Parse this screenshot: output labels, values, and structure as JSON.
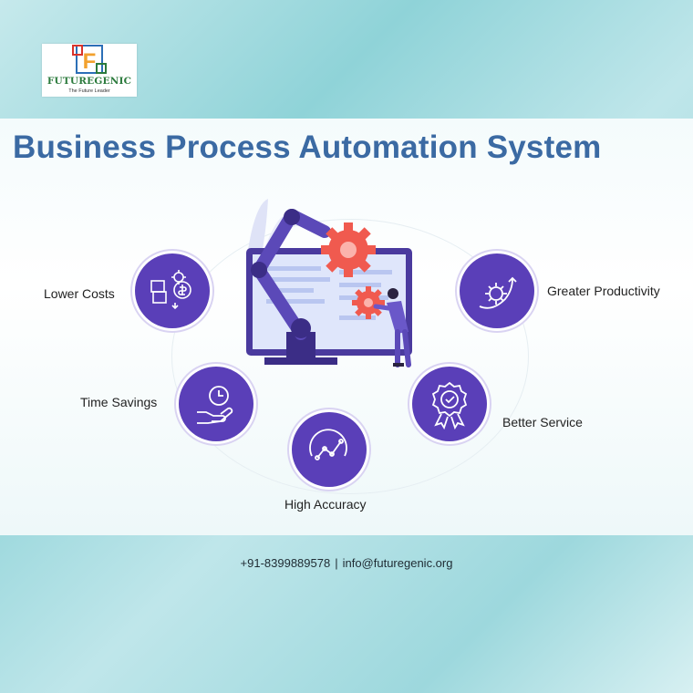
{
  "logo": {
    "letter": "F",
    "brand": "FUTUREGENIC",
    "tagline": "The Future Leader",
    "colors": {
      "orange": "#f2a12e",
      "green": "#2b7a3c",
      "blue": "#2c6fb7",
      "red": "#d9342b"
    }
  },
  "title": "Business Process Automation System",
  "benefits": [
    {
      "label": "Lower Costs",
      "icon": "money-box-gear-icon"
    },
    {
      "label": "Greater Productivity",
      "icon": "gear-arrow-icon"
    },
    {
      "label": "Time Savings",
      "icon": "hand-clock-icon"
    },
    {
      "label": "Better Service",
      "icon": "award-badge-icon"
    },
    {
      "label": "High Accuracy",
      "icon": "trend-line-icon"
    }
  ],
  "illustration": {
    "icon": "robot-arm-gears-screen-icon"
  },
  "contact": {
    "phone": "+91-8399889578",
    "separator": "|",
    "email": "info@futuregenic.org"
  },
  "colors": {
    "title": "#3b6aa3",
    "circle": "#5a3fb8",
    "gear": "#f05a4f",
    "background": "#8fd3d8"
  }
}
